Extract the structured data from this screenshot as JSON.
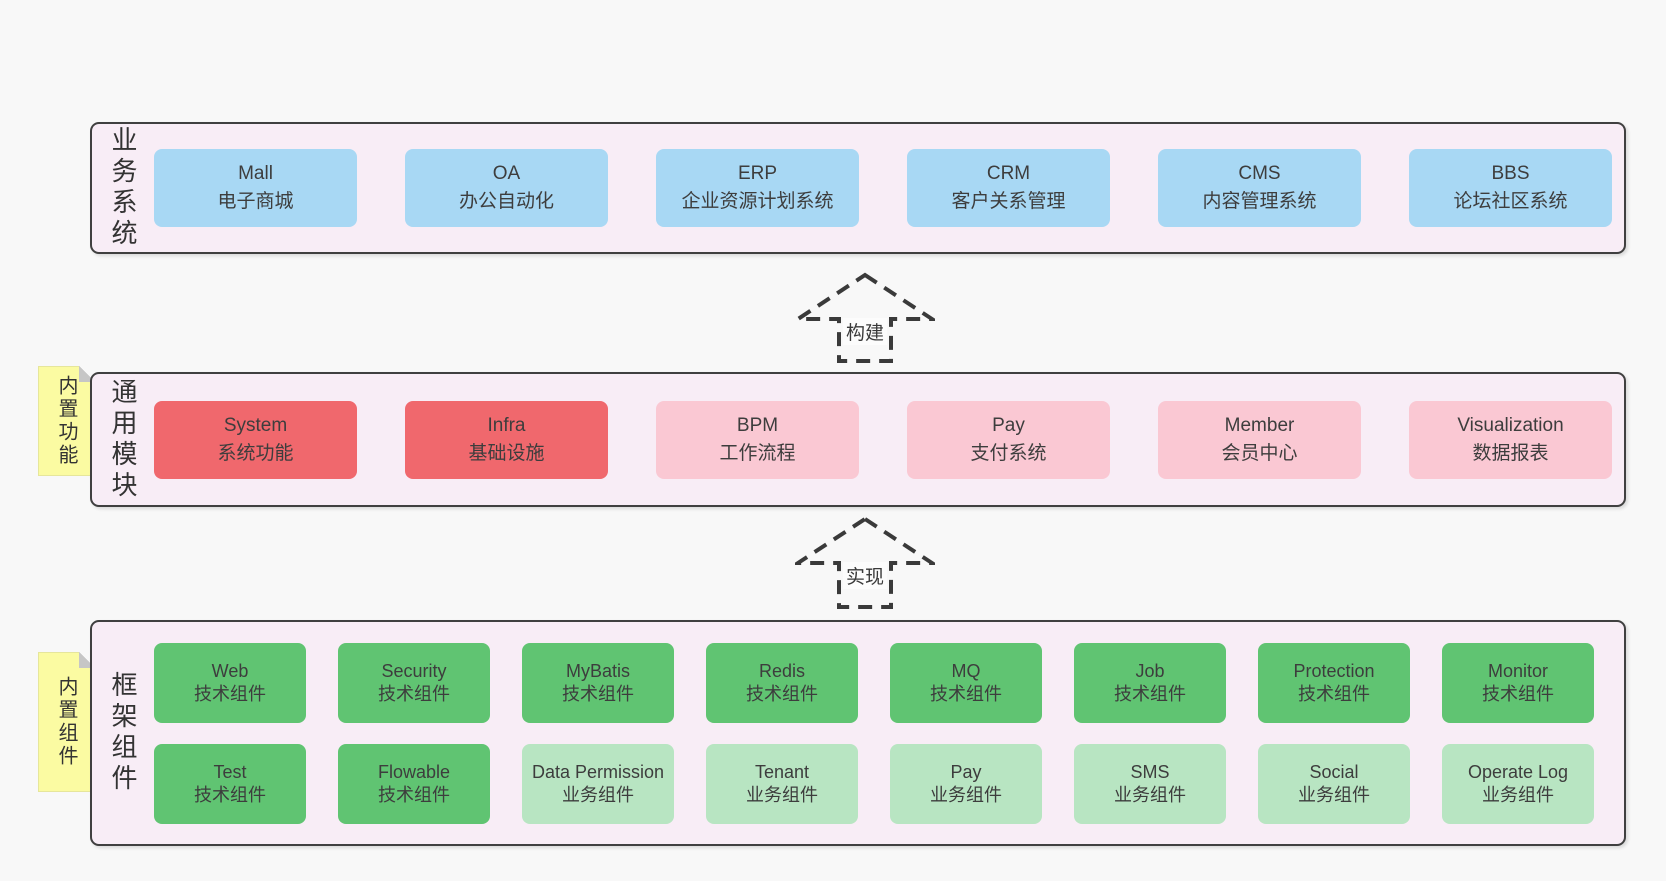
{
  "colors": {
    "page_bg": "#f8f8f8",
    "band_bg": "#f8edf6",
    "band_border": "#404040",
    "blue": "#a8d8f4",
    "red": "#f0686d",
    "pink": "#fac8d3",
    "green": "#60c472",
    "light_green": "#b8e5c2",
    "sticky_yellow": "#fbfba2",
    "text": "#3d3d3d"
  },
  "arrows": [
    {
      "label": "构建"
    },
    {
      "label": "实现"
    }
  ],
  "bands": [
    {
      "label": "业务系统",
      "boxes": [
        {
          "title": "Mall",
          "subtitle": "电子商城",
          "variant": "blue"
        },
        {
          "title": "OA",
          "subtitle": "办公自动化",
          "variant": "blue"
        },
        {
          "title": "ERP",
          "subtitle": "企业资源计划系统",
          "variant": "blue"
        },
        {
          "title": "CRM",
          "subtitle": "客户关系管理",
          "variant": "blue"
        },
        {
          "title": "CMS",
          "subtitle": "内容管理系统",
          "variant": "blue"
        },
        {
          "title": "BBS",
          "subtitle": "论坛社区系统",
          "variant": "blue"
        }
      ]
    },
    {
      "label": "通用模块",
      "sticky": "内置功能",
      "boxes": [
        {
          "title": "System",
          "subtitle": "系统功能",
          "variant": "red"
        },
        {
          "title": "Infra",
          "subtitle": "基础设施",
          "variant": "red"
        },
        {
          "title": "BPM",
          "subtitle": "工作流程",
          "variant": "pink"
        },
        {
          "title": "Pay",
          "subtitle": "支付系统",
          "variant": "pink"
        },
        {
          "title": "Member",
          "subtitle": "会员中心",
          "variant": "pink"
        },
        {
          "title": "Visualization",
          "subtitle": "数据报表",
          "variant": "pink"
        }
      ]
    },
    {
      "label": "框架组件",
      "sticky": "内置组件",
      "row1": [
        {
          "title": "Web",
          "subtitle": "技术组件",
          "variant": "green"
        },
        {
          "title": "Security",
          "subtitle": "技术组件",
          "variant": "green"
        },
        {
          "title": "MyBatis",
          "subtitle": "技术组件",
          "variant": "green"
        },
        {
          "title": "Redis",
          "subtitle": "技术组件",
          "variant": "green"
        },
        {
          "title": "MQ",
          "subtitle": "技术组件",
          "variant": "green"
        },
        {
          "title": "Job",
          "subtitle": "技术组件",
          "variant": "green"
        },
        {
          "title": "Protection",
          "subtitle": "技术组件",
          "variant": "green"
        },
        {
          "title": "Monitor",
          "subtitle": "技术组件",
          "variant": "green"
        }
      ],
      "row2": [
        {
          "title": "Test",
          "subtitle": "技术组件",
          "variant": "green"
        },
        {
          "title": "Flowable",
          "subtitle": "技术组件",
          "variant": "green"
        },
        {
          "title": "Data Permission",
          "subtitle": "业务组件",
          "variant": "lightgreen"
        },
        {
          "title": "Tenant",
          "subtitle": "业务组件",
          "variant": "lightgreen"
        },
        {
          "title": "Pay",
          "subtitle": "业务组件",
          "variant": "lightgreen"
        },
        {
          "title": "SMS",
          "subtitle": "业务组件",
          "variant": "lightgreen"
        },
        {
          "title": "Social",
          "subtitle": "业务组件",
          "variant": "lightgreen"
        },
        {
          "title": "Operate Log",
          "subtitle": "业务组件",
          "variant": "lightgreen"
        }
      ]
    }
  ]
}
